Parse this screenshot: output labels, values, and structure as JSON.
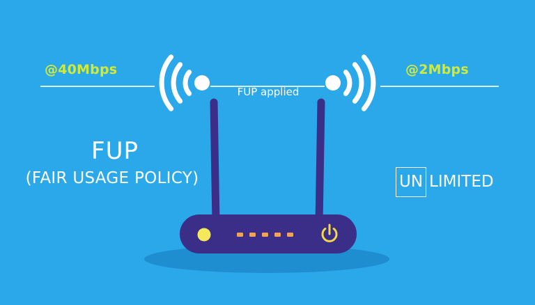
{
  "labels": {
    "speed_before": "@40Mbps",
    "speed_after": "@2Mbps",
    "fup_applied": "FUP applied",
    "fup_title": "FUP",
    "fup_subtitle": "(FAIR USAGE POLICY)",
    "unlimited_prefix": "UN",
    "unlimited_suffix": "LIMITED"
  },
  "icons": {
    "left_wifi": "wifi-signal-icon",
    "right_wifi": "wifi-signal-icon",
    "power": "power-icon"
  },
  "colors": {
    "background": "#2ba8ea",
    "speed_text": "#cfea3a",
    "router_body": "#3b2e88",
    "router_led_yellow": "#f5e85a",
    "router_status_leds": "#f0a35a",
    "power_icon": "#f5d84a",
    "shadow": "#1f8ed0",
    "text": "#ffffff"
  }
}
